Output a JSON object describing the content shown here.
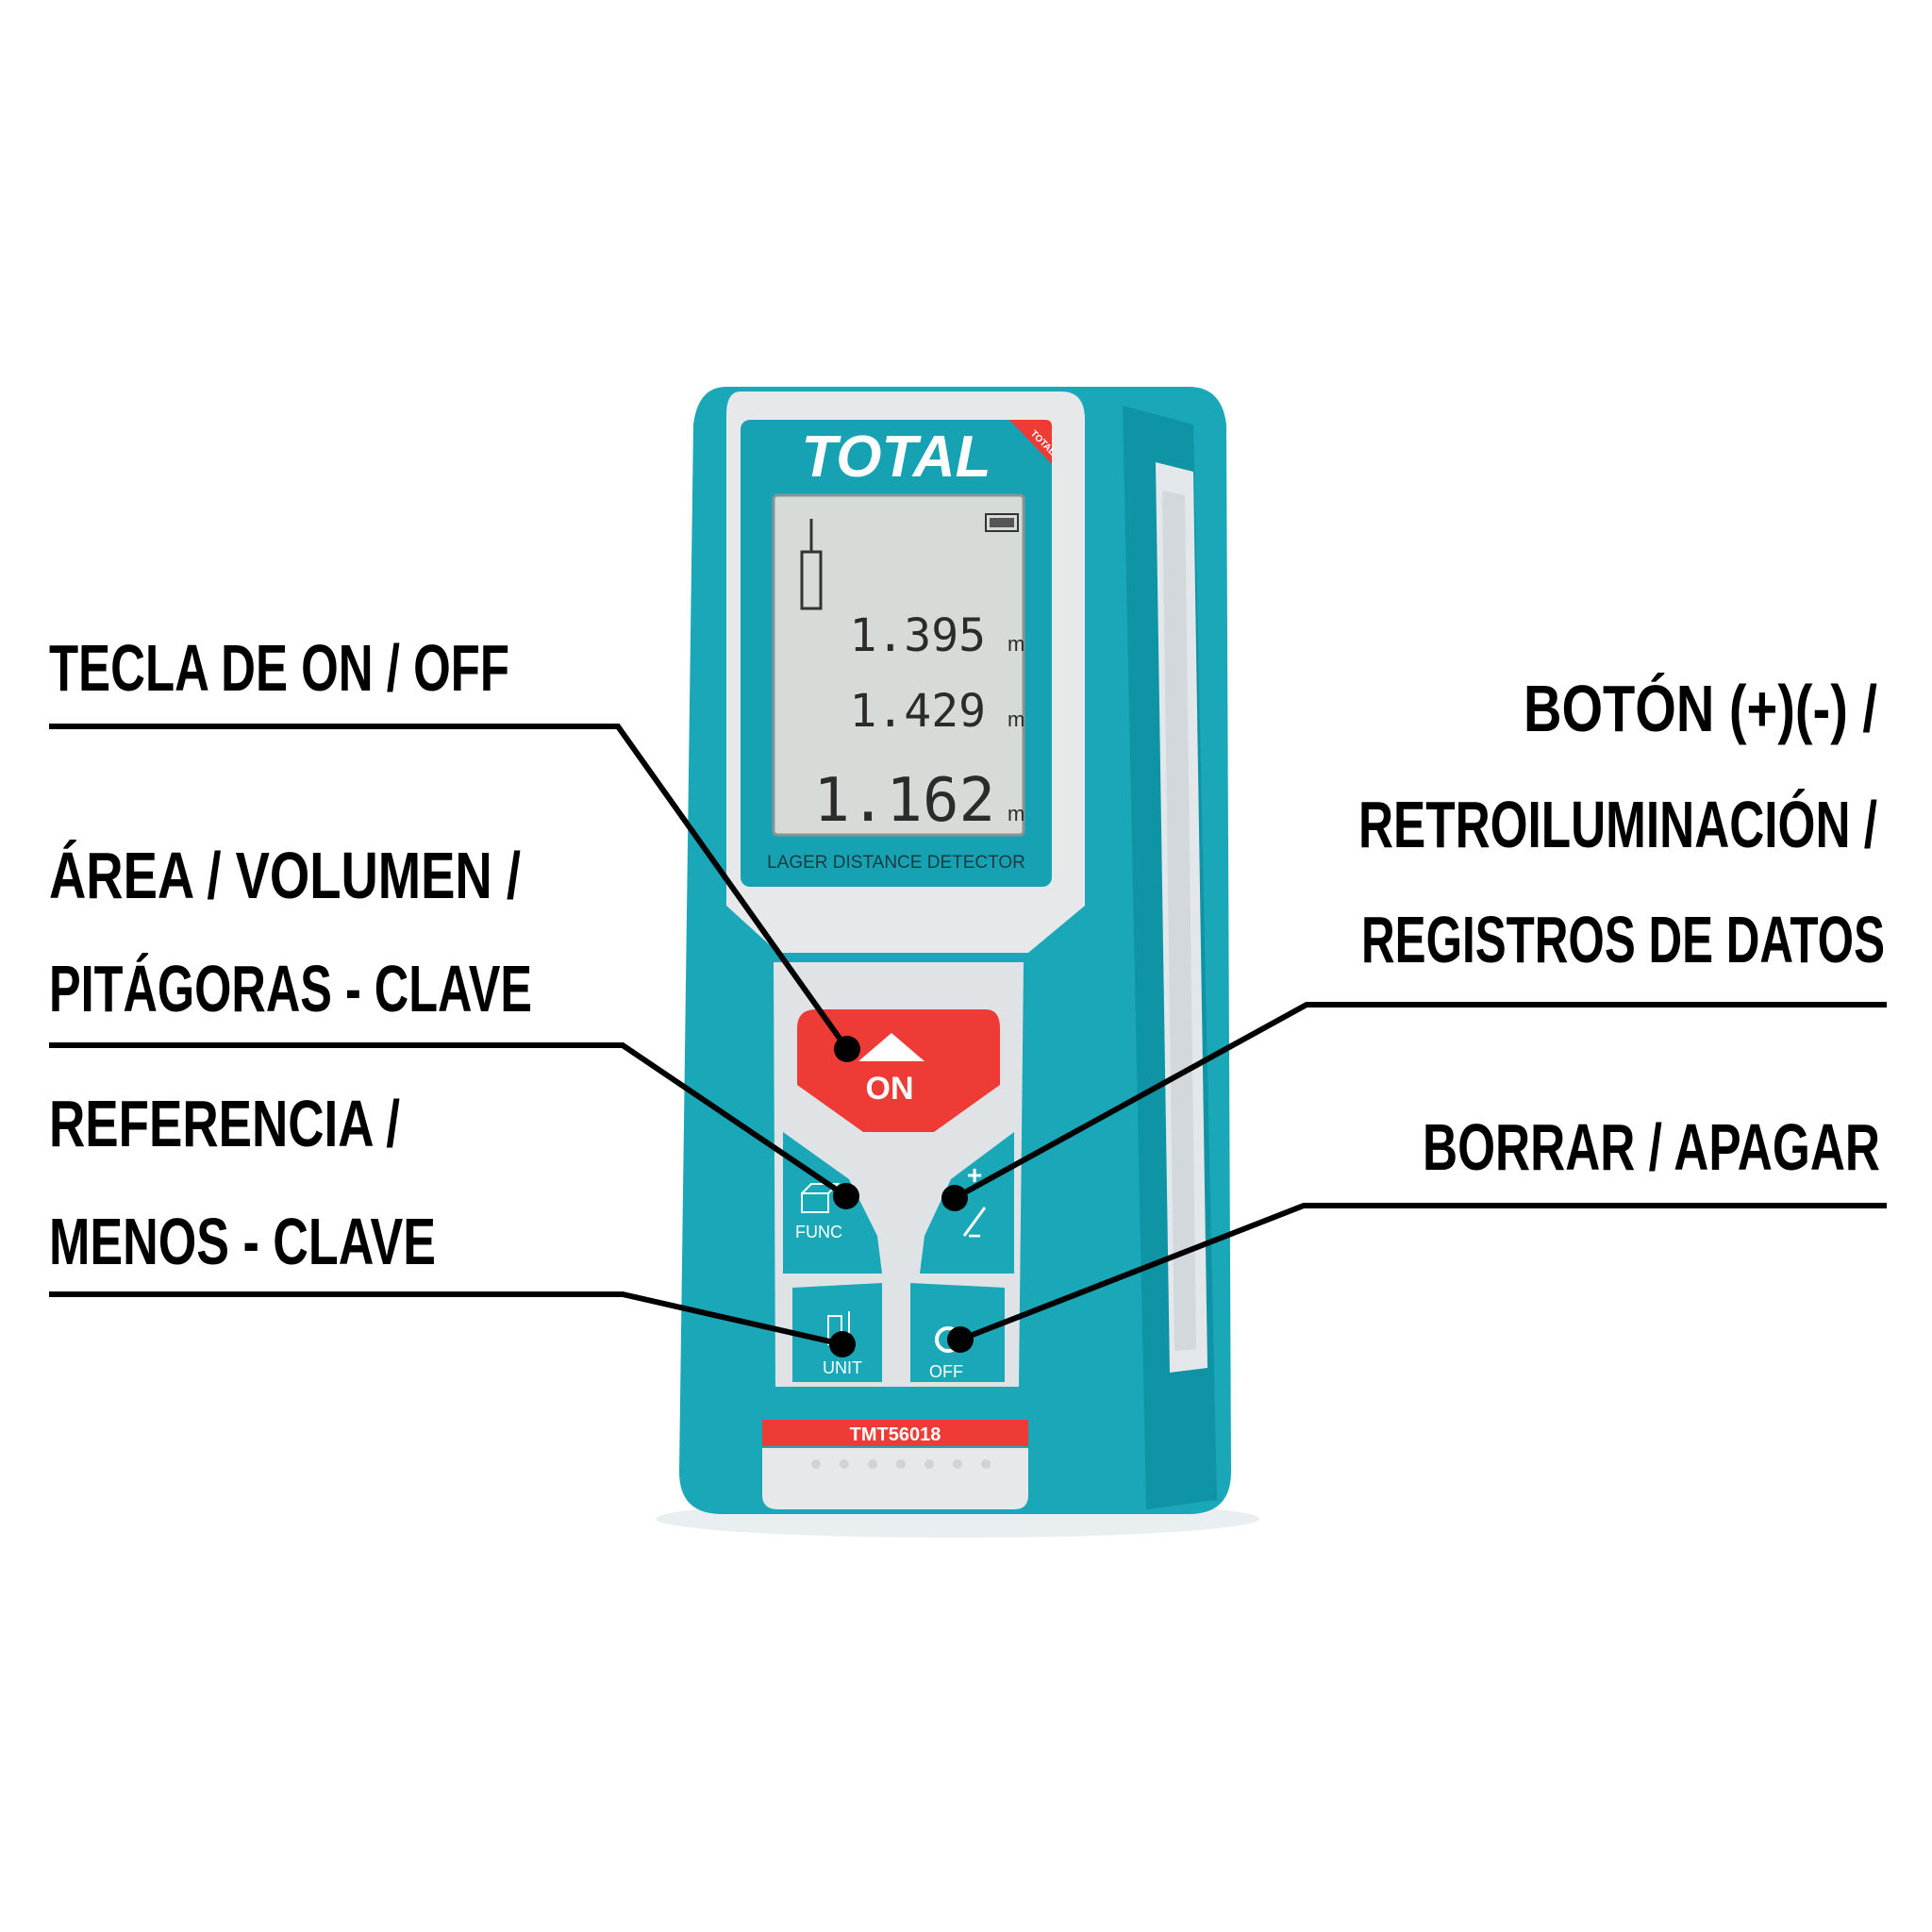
{
  "colors": {
    "teal": "#1aa8b8",
    "teal_dark": "#0d8a9a",
    "red": "#ee3b36",
    "light_gray": "#e6e8ea",
    "lcd": "#d6dbd8",
    "text": "#000000"
  },
  "device": {
    "brand": "TOTAL",
    "corner_badge": "TOTAL",
    "product_label": "LAGER DISTANCE DETECTOR",
    "model": "TMT56018",
    "screen": {
      "readings": [
        {
          "value": "1.395",
          "unit": "m"
        },
        {
          "value": "1.429",
          "unit": "m"
        },
        {
          "value": "1.162",
          "unit": "m"
        }
      ]
    },
    "buttons": {
      "on": "ON",
      "func": "FUNC",
      "unit": "UNIT",
      "off": "OFF",
      "plus": "+",
      "minus": "−"
    }
  },
  "callouts": {
    "on_off": [
      "TECLA DE ON / OFF"
    ],
    "area": [
      "ÁREA / VOLUMEN /",
      "PITÁGORAS - CLAVE"
    ],
    "reference": [
      "REFERENCIA /",
      "MENOS - CLAVE"
    ],
    "plus_minus": [
      "BOTÓN (+)(-) /",
      "RETROILUMINACIÓN /",
      "REGISTROS DE DATOS"
    ],
    "clear": [
      "BORRAR / APAGAR"
    ]
  }
}
